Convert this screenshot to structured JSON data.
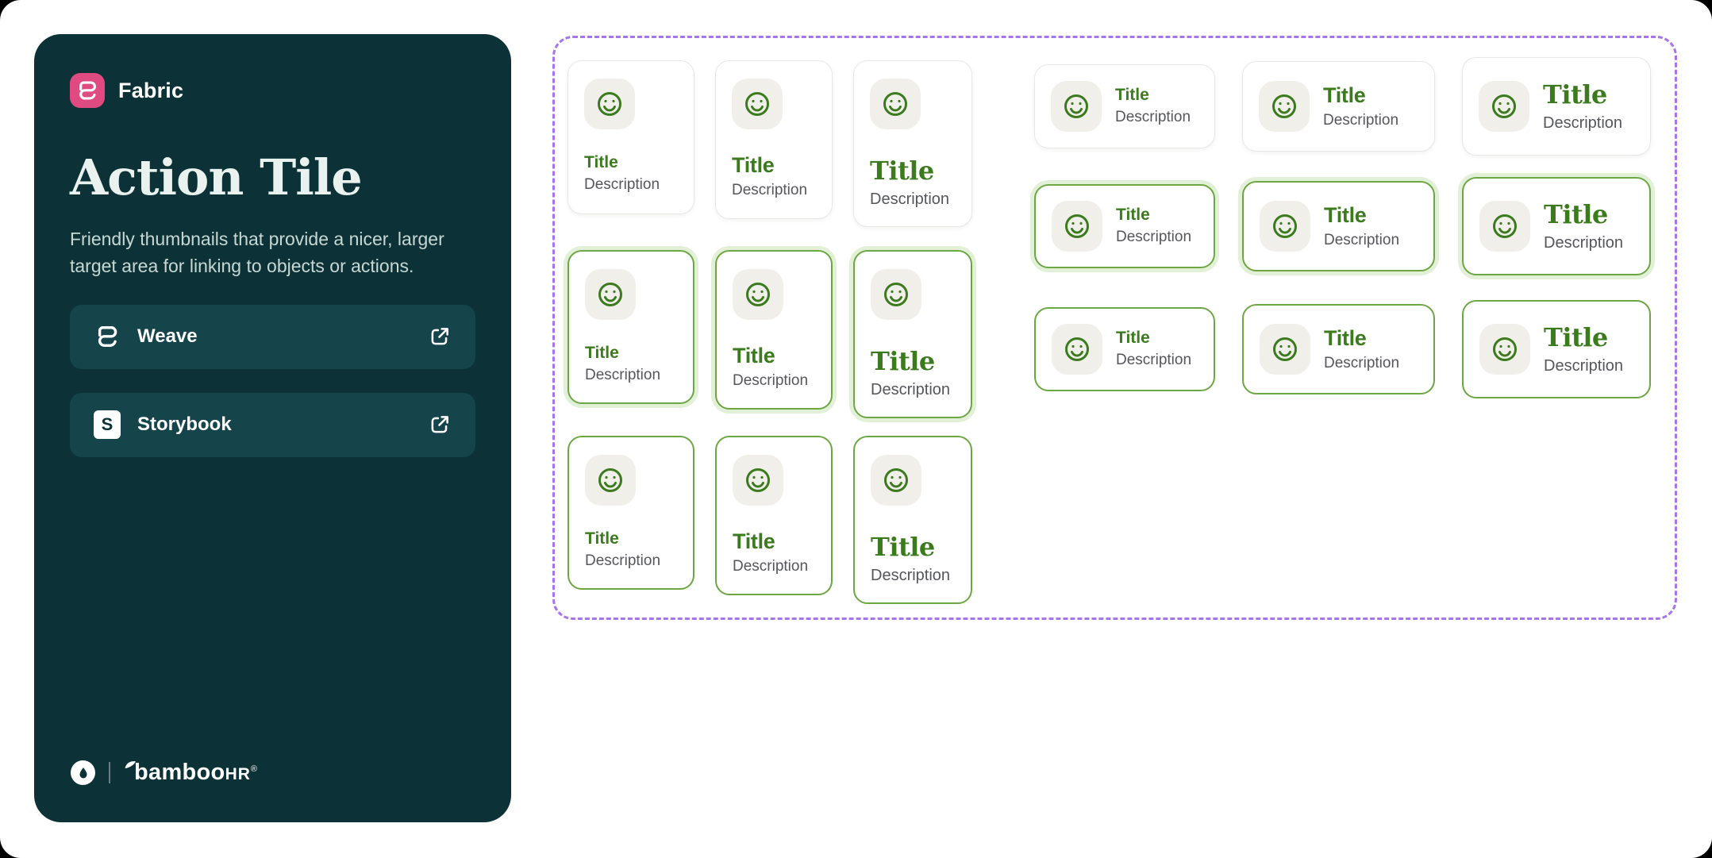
{
  "brand": {
    "name": "Fabric",
    "logo_icon": "fabric-s-icon",
    "logo_color": "#DF4A81"
  },
  "hero": {
    "title": "Action Tile",
    "description": "Friendly thumbnails that provide a nicer, larger target area for linking to objects or actions."
  },
  "resources": [
    {
      "label": "Weave",
      "icon": "fabric-s-icon",
      "trailing_icon": "external-link-icon"
    },
    {
      "label": "Storybook",
      "icon": "storybook-s-icon",
      "trailing_icon": "external-link-icon"
    }
  ],
  "footer": {
    "mark_icon": "droplet-icon",
    "leaf_icon": "bamboo-leaf-icon",
    "wordmark": "bamboo",
    "wordmark_suffix": "HR",
    "registered": "®"
  },
  "tile": {
    "title": "Title",
    "description": "Description",
    "icon": "smiley-face-icon",
    "sizes": [
      "small",
      "medium",
      "large"
    ],
    "states": [
      "default",
      "focus",
      "hover"
    ],
    "orientations": [
      "vertical",
      "horizontal"
    ]
  },
  "colors": {
    "sidebar_bg": "#0C3237",
    "sidebar_button_bg": "#15444B",
    "accent_pink": "#DF4A81",
    "tile_green": "#3B7B1E",
    "tile_border_green": "#6CA744",
    "tile_focus_ring": "#E2F0D8",
    "tile_border_default": "#E7E8E4",
    "tile_icon_bg": "#F0EFEA",
    "description_gray": "#55565A",
    "canvas_dashed_purple": "#A675EB",
    "heading_mint": "#E9F2EE"
  }
}
